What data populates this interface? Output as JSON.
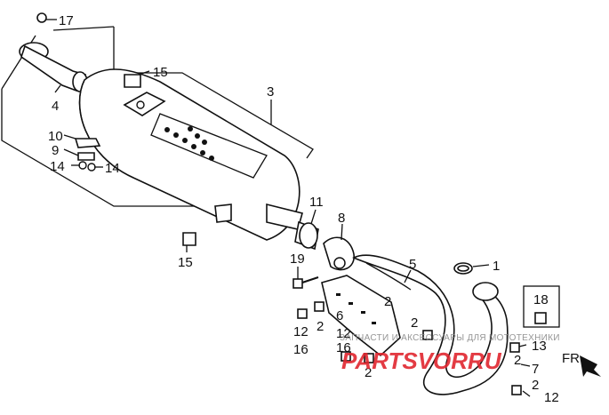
{
  "parts": [
    {
      "id": "p17",
      "label": "17"
    },
    {
      "id": "p4",
      "label": "4"
    },
    {
      "id": "p15a",
      "label": "15"
    },
    {
      "id": "p3",
      "label": "3"
    },
    {
      "id": "p10",
      "label": "10"
    },
    {
      "id": "p9",
      "label": "9"
    },
    {
      "id": "p14a",
      "label": "14"
    },
    {
      "id": "p14b",
      "label": "14"
    },
    {
      "id": "p11",
      "label": "11"
    },
    {
      "id": "p8",
      "label": "8"
    },
    {
      "id": "p15b",
      "label": "15"
    },
    {
      "id": "p19",
      "label": "19"
    },
    {
      "id": "p5",
      "label": "5"
    },
    {
      "id": "p1",
      "label": "1"
    },
    {
      "id": "p2a",
      "label": "2"
    },
    {
      "id": "p6",
      "label": "6"
    },
    {
      "id": "p2b",
      "label": "2"
    },
    {
      "id": "p12a",
      "label": "12"
    },
    {
      "id": "p16a",
      "label": "16"
    },
    {
      "id": "p12b",
      "label": "12"
    },
    {
      "id": "p16b",
      "label": "16"
    },
    {
      "id": "p2c",
      "label": "2"
    },
    {
      "id": "p2d",
      "label": "2"
    },
    {
      "id": "p18",
      "label": "18"
    },
    {
      "id": "p13",
      "label": "13"
    },
    {
      "id": "p2e",
      "label": "2"
    },
    {
      "id": "p7",
      "label": "7"
    },
    {
      "id": "p2f",
      "label": "2"
    },
    {
      "id": "p12c",
      "label": "12"
    }
  ],
  "watermark": {
    "caption": "ЗАПЧАСТИ И АКСЕССУАРЫ ДЛЯ МОТОТЕХНИКИ",
    "logo": "PARTSVORRU"
  },
  "fr_mark": "FR",
  "colors": {
    "ink": "#111111",
    "logo": "#e0262f",
    "caption": "#8a8a8a"
  }
}
